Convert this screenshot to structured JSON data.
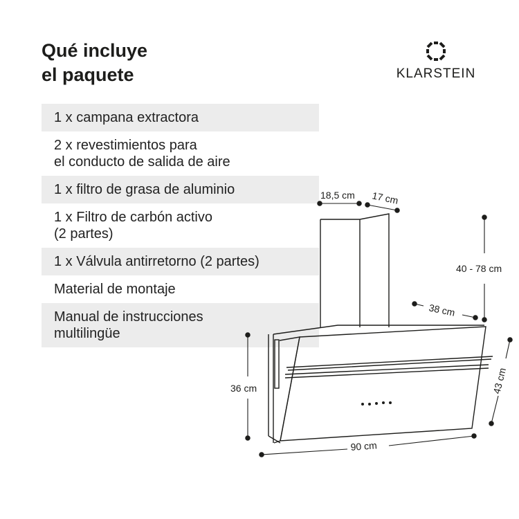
{
  "title": {
    "line1": "Qué incluye",
    "line2": "el paquete"
  },
  "brand": {
    "name": "KLARSTEIN"
  },
  "items": [
    {
      "lines": [
        "1 x campana extractora"
      ],
      "shaded": true
    },
    {
      "lines": [
        "2 x revestimientos para",
        "el conducto de salida de aire"
      ],
      "shaded": false
    },
    {
      "lines": [
        "1 x filtro de grasa de aluminio"
      ],
      "shaded": true
    },
    {
      "lines": [
        "1 x Filtro de carbón activo",
        "(2 partes)"
      ],
      "shaded": false
    },
    {
      "lines": [
        "1 x Válvula antirretorno (2 partes)"
      ],
      "shaded": true
    },
    {
      "lines": [
        "Material de montaje"
      ],
      "shaded": false
    },
    {
      "lines": [
        "Manual de instrucciones",
        "multilingüe"
      ],
      "shaded": true
    }
  ],
  "dimensions": {
    "chimney_width": "18,5 cm",
    "chimney_depth": "17 cm",
    "chimney_height": "40 - 78 cm",
    "hood_depth": "38 cm",
    "hood_height": "36 cm",
    "panel_length": "43 cm",
    "hood_width": "90 cm"
  },
  "colors": {
    "text": "#1d1d1b",
    "shade": "#ececec"
  }
}
